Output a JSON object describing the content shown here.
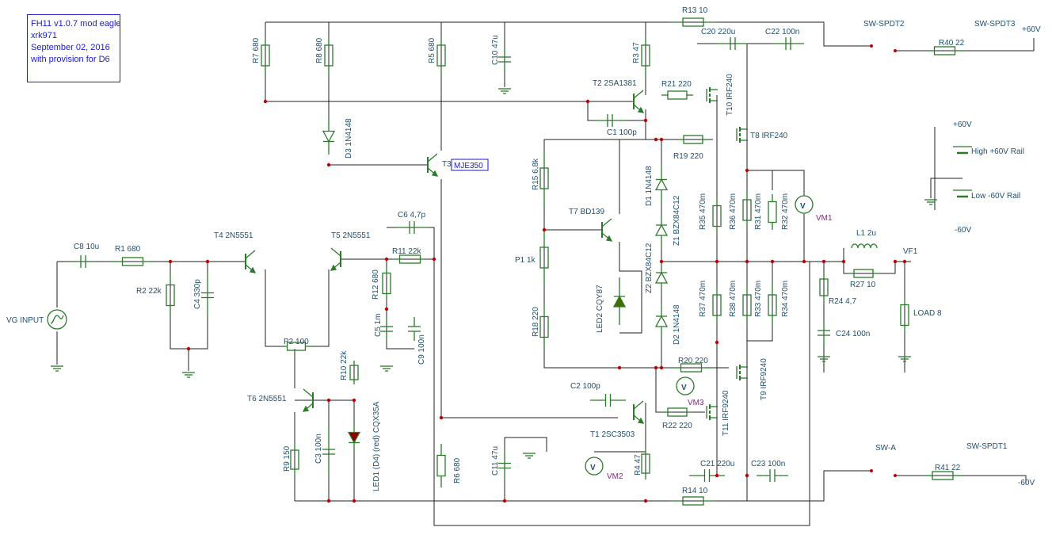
{
  "info_box": {
    "line1": "FH11 v1.0.7 mod eagle",
    "line2": "xrk971",
    "line3": "September 02, 2016",
    "line4": "with provision for D6"
  },
  "labels": {
    "R7": "R7 680",
    "R8": "R8 680",
    "R5": "R5 680",
    "C10": "C10 47u",
    "R3": "R3 47",
    "R13": "R13 10",
    "C20": "C20 220u",
    "C22": "C22 100n",
    "SW2": "SW-SPDT2",
    "SW3": "SW-SPDT3",
    "R40": "R40 22",
    "P60": "+60V",
    "T2": "T2 2SA1381",
    "R21": "R21 220",
    "T10": "T10 IRF240",
    "C1": "C1 100p",
    "T8": "T8 IRF240",
    "D3": "D3 1N4148",
    "T3": "T3",
    "MJE": "MJE350",
    "R19": "R19 220",
    "R15": "R15 6,8k",
    "D1": "D1 1N4148",
    "BP60": "+60V",
    "HIGH": "High +60V Rail",
    "LOW": "Low  -60V Rail",
    "BM60": "-60V",
    "T7": "T7 BD139",
    "Z1": "Z1 BZX84C12",
    "R35": "R35 470m",
    "R36": "R36 470m",
    "R31": "R31 470m",
    "R32": "R32 470m",
    "VM1": "VM1",
    "T4": "T4 2N5551",
    "C8": "C8 10u",
    "R1": "R1 680",
    "T5": "T5 2N5551",
    "C6": "C6 4,7p",
    "R11": "R11 22k",
    "L1": "L1 2u",
    "VF1": "VF1",
    "P1": "P1 1k",
    "R2": "R2 22k",
    "C4": "C4 330p",
    "R12": "R12 680",
    "Z2": "Z2 BZX84C12",
    "LED2": "LED2  CQY87",
    "R27": "R27 10",
    "VG": "VG INPUT",
    "C5": "C5 1m",
    "C9": "C9 100n",
    "R18": "R18 220",
    "R37": "R37 470m",
    "R38": "R38 470m",
    "R33": "R33 470m",
    "R34": "R34 470m",
    "R24": "R24 4,7",
    "LOAD": "LOAD 8",
    "D2": "D2 1N4148",
    "C24": "C24 100n",
    "P2": "P2 100",
    "R10": "R10 22k",
    "R20": "R20 220",
    "T9": "T9 IRF9240",
    "C2": "C2 100p",
    "VM3": "VM3",
    "T6": "T6 2N5551",
    "R22": "R22 220",
    "T11": "T11 IRF9240",
    "LED1": "LED1 (D4) (red)  CQX35A",
    "C3": "C3 100n",
    "T1": "T1 2SC3503",
    "R9": "R9 150",
    "C11": "C11 47u",
    "VM2": "VM2",
    "R4": "R4 47",
    "R6": "R6 680",
    "C21": "C21 220u",
    "C23": "C23 100n",
    "SWA": "SW-A",
    "SW1": "SW-SPDT1",
    "R41": "R41 22",
    "M60": "-60V",
    "R14": "R14 10",
    "V": "V"
  },
  "colors": {
    "wire": "#1f1f1f",
    "component": "#2a7a2a",
    "label": "#1f4f6f",
    "meter_label": "#8a1e8a",
    "info": "#1a1acc",
    "junction": "#c00000",
    "led_red": "#8b0000",
    "led_green": "#4a6a00"
  }
}
